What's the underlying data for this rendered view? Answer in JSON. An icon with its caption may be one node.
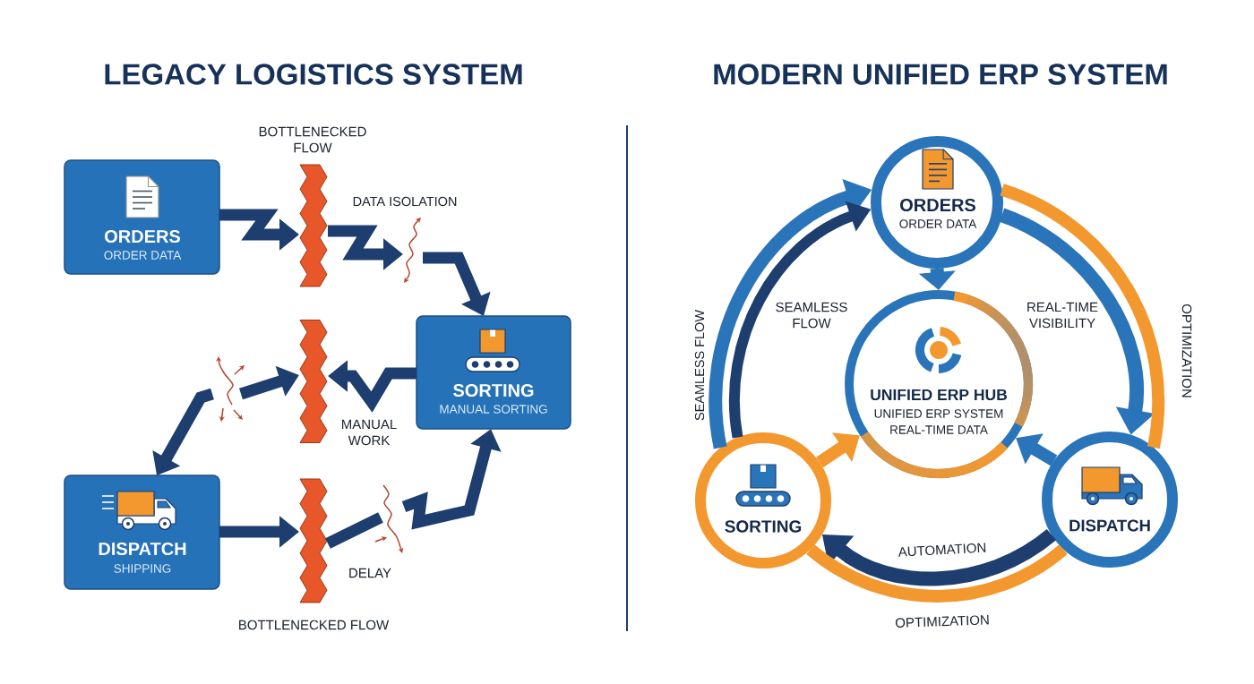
{
  "diagram": {
    "nodes": [
      {
        "text": [
          "ORDERS",
          "ORDER DATA"
        ]
      },
      {
        "text": [],
        "shape": "bar",
        "beside": [
          "BOTTLENECKED FLOW"
        ]
      },
      {
        "text": [],
        "shape": "picture",
        "beside": [
          "DATA ISOLATION"
        ]
      },
      {
        "text": [
          "SORTING",
          "MANUAL SORTING"
        ]
      },
      {
        "text": [],
        "shape": "picture"
      },
      {
        "text": [],
        "shape": "bar",
        "beside": [
          "MANUAL WORK"
        ]
      },
      {
        "text": [
          "DISPATCH",
          "SHIPPING"
        ]
      },
      {
        "text": [],
        "shape": "bar",
        "beside": [
          "BOTTLENECKED FLOW"
        ]
      },
      {
        "text": [],
        "shape": "picture",
        "beside": [
          "DELAY"
        ]
      },
      {
        "text": [
          "ORDERS",
          "ORDER DATA"
        ]
      },
      {
        "text": [
          "UNIFIED ERP HUB",
          "UNIFIED ERP SYSTEM",
          "REAL-TIME DATA"
        ]
      },
      {
        "text": [
          "SORTING"
        ]
      },
      {
        "text": [
          "DISPATCH"
        ]
      }
    ],
    "edges": [
      {
        "from": 0,
        "to": 1,
        "arrow": "to"
      },
      {
        "from": 1,
        "to": 2,
        "arrow": "to"
      },
      {
        "from": 2,
        "to": 3,
        "arrow": "to"
      },
      {
        "from": 3,
        "to": 5,
        "arrow": "to"
      },
      {
        "from": 4,
        "to": 5,
        "arrow": "to"
      },
      {
        "from": 4,
        "to": 6,
        "arrow": "to"
      },
      {
        "from": 6,
        "to": 7,
        "arrow": "to"
      },
      {
        "from": 7,
        "to": 8,
        "arrow": "none"
      },
      {
        "from": 8,
        "to": 3,
        "arrow": "to"
      },
      {
        "from": 9,
        "to": 10,
        "arrow": "to",
        "color": "#2a74ba"
      },
      {
        "from": 11,
        "to": 10,
        "arrow": "to",
        "color": "#f3982f"
      },
      {
        "from": 12,
        "to": 10,
        "arrow": "to",
        "color": "#2a74ba"
      },
      {
        "from": 9,
        "to": 12,
        "arrow": "to",
        "label": "REAL-TIME VISIBILITY",
        "color": "#2a74ba"
      },
      {
        "from": 9,
        "to": 12,
        "arrow": "none",
        "label": "OPTIMIZATION",
        "color": "#f3982f"
      },
      {
        "from": 12,
        "to": 11,
        "arrow": "to",
        "label": "AUTOMATION"
      },
      {
        "from": 12,
        "to": 11,
        "arrow": "none",
        "label": "OPTIMIZATION",
        "color": "#f3982f"
      },
      {
        "from": 11,
        "to": 9,
        "arrow": "to",
        "label": "SEAMLESS FLOW",
        "color": "#2a74ba"
      },
      {
        "from": 11,
        "to": 9,
        "arrow": "to",
        "label": "SEAMLESS FLOW"
      }
    ],
    "labels": [
      "LEGACY LOGISTICS SYSTEM",
      "MODERN UNIFIED ERP SYSTEM"
    ]
  }
}
